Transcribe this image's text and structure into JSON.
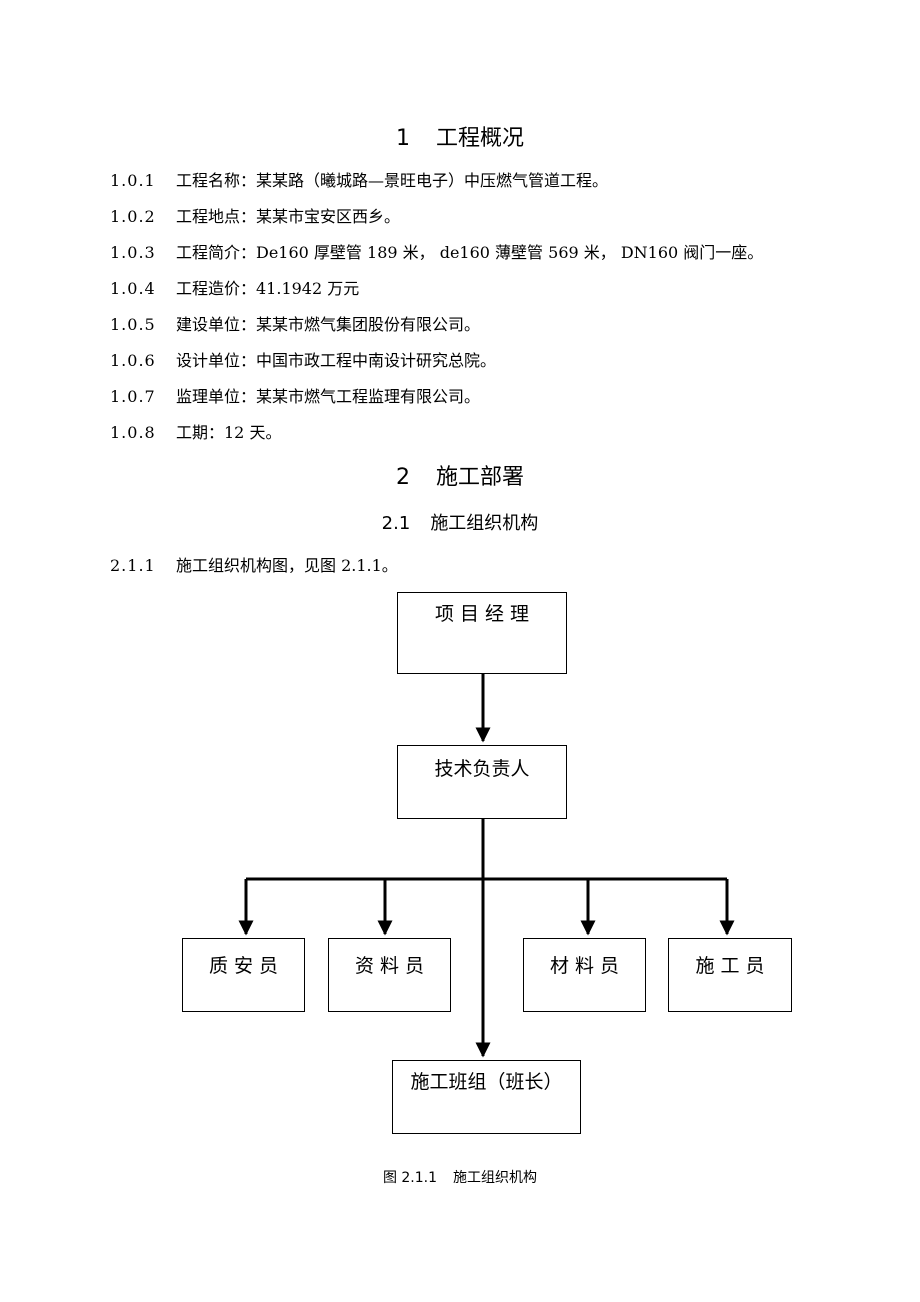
{
  "section1": {
    "number": "1",
    "title": "工程概况"
  },
  "overview": [
    {
      "no": "1.0.1",
      "text": "工程名称：某某路（曦城路—景旺电子）中压燃气管道工程。"
    },
    {
      "no": "1.0.2",
      "text": "工程地点：某某市宝安区西乡。"
    },
    {
      "no": "1.0.3",
      "text": "工程简介：De160 厚壁管 189 米， de160 薄壁管 569 米， DN160 阀门一座。"
    },
    {
      "no": "1.0.4",
      "text": "工程造价：41.1942 万元"
    },
    {
      "no": "1.0.5",
      "text": "建设单位：某某市燃气集团股份有限公司。"
    },
    {
      "no": "1.0.6",
      "text": "设计单位：中国市政工程中南设计研究总院。"
    },
    {
      "no": "1.0.7",
      "text": "监理单位：某某市燃气工程监理有限公司。"
    },
    {
      "no": "1.0.8",
      "text": "工期：12 天。"
    }
  ],
  "section2": {
    "number": "2",
    "title": "施工部署"
  },
  "subsection": {
    "number": "2.1",
    "title": "施工组织机构"
  },
  "item211": {
    "no": "2.1.1",
    "text": "施工组织机构图，见图 2.1.1。"
  },
  "org": {
    "manager": "项 目 经 理",
    "tech": "技术负责人",
    "quality": "质 安 员",
    "docs": "资 料 员",
    "materials": "材 料 员",
    "construction": "施 工 员",
    "team": "施工班组（班长）"
  },
  "caption": {
    "number": "图 2.1.1",
    "title": "施工组织机构"
  }
}
